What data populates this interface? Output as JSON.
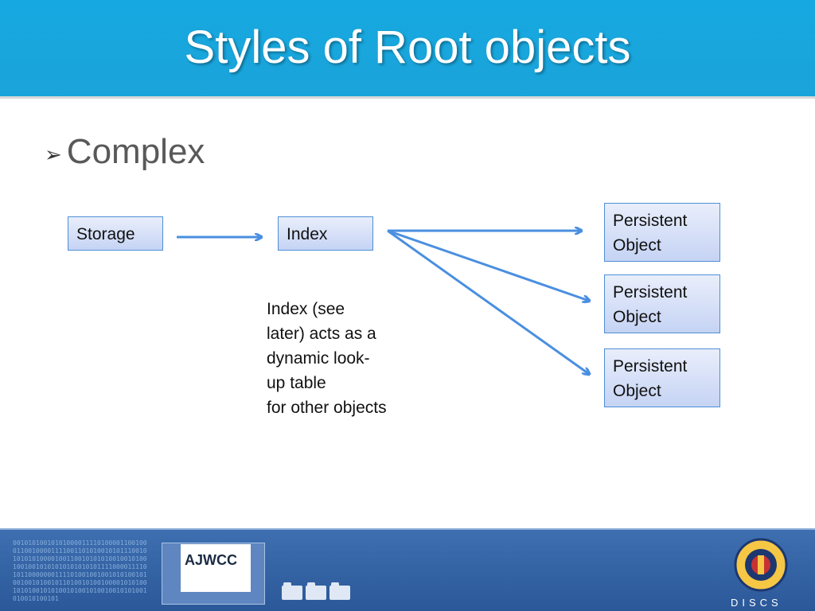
{
  "title": "Styles of Root objects",
  "bullet": {
    "icon": "arrow-bullet-icon",
    "text": "Complex"
  },
  "diagram": {
    "storage": "Storage",
    "index": "Index",
    "persistent_objects": [
      {
        "line1": "Persistent",
        "line2": "Object"
      },
      {
        "line1": "Persistent",
        "line2": "Object"
      },
      {
        "line1": "Persistent",
        "line2": "Object"
      }
    ],
    "note": "Index (see\nlater) acts as a\ndynamic look-\nup table\nfor other objects"
  },
  "footer": {
    "binary": "00101010010101000011110100001100100011001000011110011010100101011100101010101000010011001010101001001010010010010101010101010101111000011110101100000001111010010010010101001010010010100101101001010010000101010010101001010100101001010010010101001010010100101",
    "logo_text": "AJWCC",
    "brand_text": "DISCS"
  },
  "colors": {
    "title_bar": "#16a9e0",
    "box_border": "#4f8fd6",
    "arrow": "#4a8fe0",
    "footer": "#3e6fb0"
  }
}
